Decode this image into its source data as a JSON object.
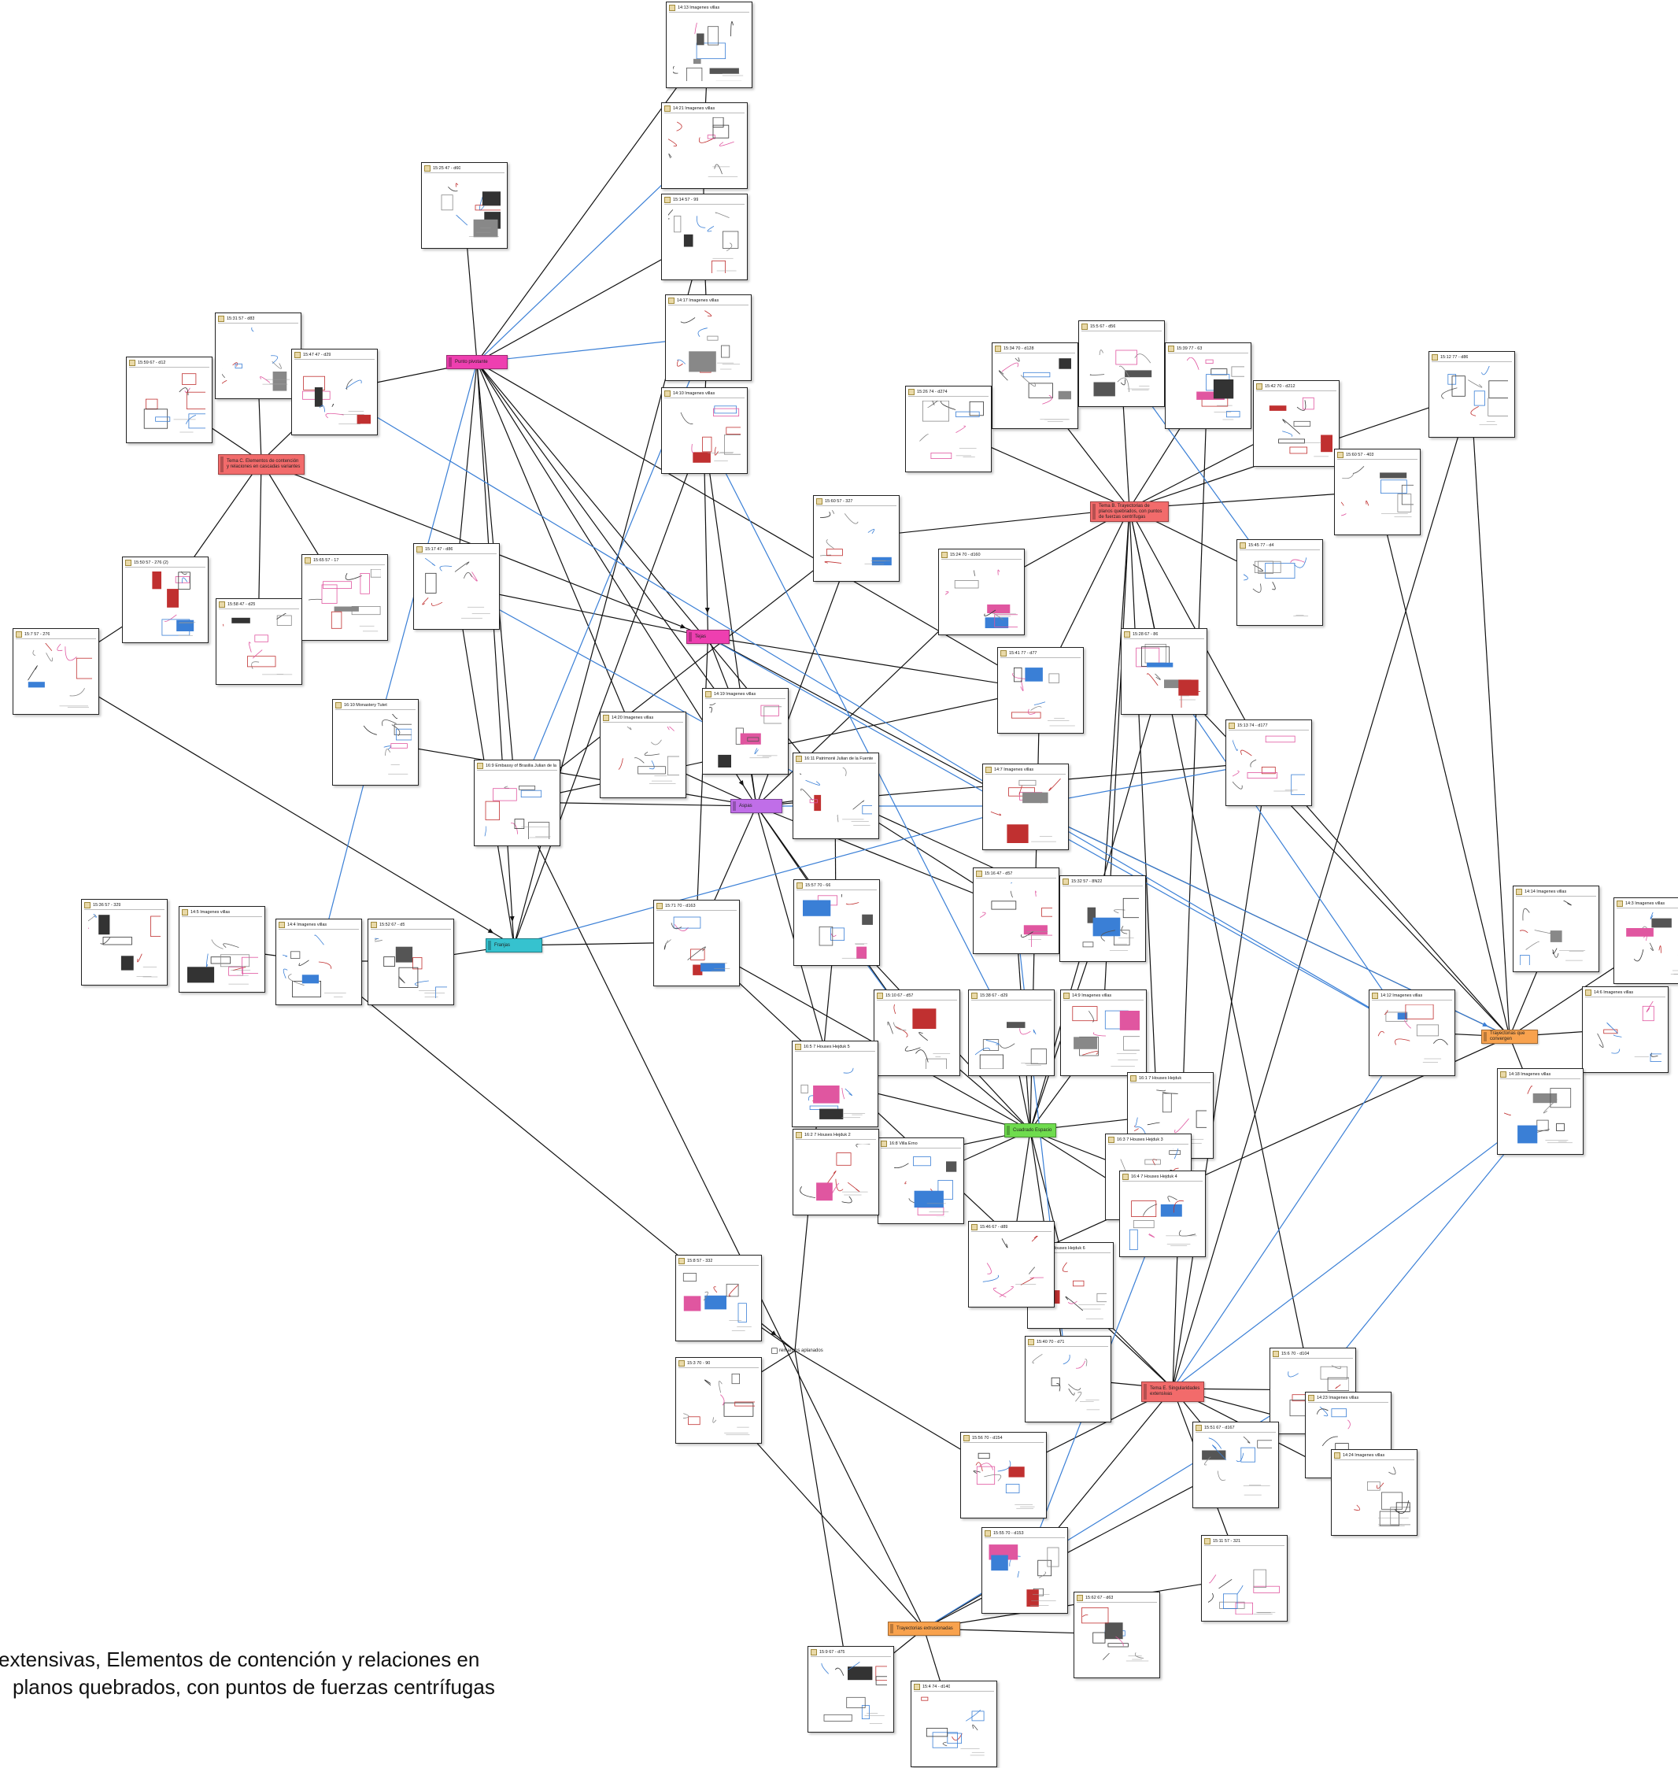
{
  "caption": {
    "line1": "extensivas, Elementos de contención y relaciones en",
    "line2": "planos quebrados, con puntos de fuerzas centrífugas"
  },
  "colors": {
    "edge_black": "#111111",
    "edge_blue": "#3a7fd6",
    "cat_pink": "#ee3fb0",
    "cat_red": "#f26b6b",
    "cat_purple": "#c06ee8",
    "cat_cyan": "#36c2cf",
    "cat_green": "#6fdc4e",
    "cat_orange": "#f8a24e"
  },
  "categories": [
    {
      "id": "c_punto",
      "label": "Punto pivotante",
      "color": "pink"
    },
    {
      "id": "c_temaC",
      "label": "Tema C. Elementos de contención y relaciones en cascadas variantes",
      "color": "red"
    },
    {
      "id": "c_temaB",
      "label": "Tema B. Trayectorias de planos quebrados, con puntos de fuerzas centrífugas",
      "color": "red"
    },
    {
      "id": "c_tejas",
      "label": "Tejas",
      "color": "pink"
    },
    {
      "id": "c_aspas",
      "label": "Aspas",
      "color": "purple"
    },
    {
      "id": "c_franjas",
      "label": "Franjas",
      "color": "cyan"
    },
    {
      "id": "c_cuadrado",
      "label": "Cuadrado Espacio",
      "color": "green"
    },
    {
      "id": "c_trayconv",
      "label": "Trayectorias que convergen",
      "color": "orange"
    },
    {
      "id": "c_temaE",
      "label": "Tema E. Singularidades extensivas",
      "color": "red"
    },
    {
      "id": "c_trayextr",
      "label": "Trayectorias extrusionadas",
      "color": "orange"
    }
  ],
  "plain_nodes": [
    {
      "id": "p_remansos",
      "label": "remansos aplanados"
    }
  ],
  "cards": [
    {
      "id": "n1",
      "label": "14:13 Imagenes villas"
    },
    {
      "id": "n2",
      "label": "14:21 Imagenes villas"
    },
    {
      "id": "n3",
      "label": "15:25 47 - d60"
    },
    {
      "id": "n4",
      "label": "15:14 57 - 99"
    },
    {
      "id": "n5",
      "label": "14:17 Imagenes villas"
    },
    {
      "id": "n6",
      "label": "14:10 Imagenes villas"
    },
    {
      "id": "n7",
      "label": "15:31 57 - d83"
    },
    {
      "id": "n8",
      "label": "15:47 47 - d29"
    },
    {
      "id": "n9",
      "label": "15:59 67 - d12"
    },
    {
      "id": "n10",
      "label": "15:50 57 - 276 (2)"
    },
    {
      "id": "n11",
      "label": "15:58 47 - d25"
    },
    {
      "id": "n12",
      "label": "15:65 57 - 17"
    },
    {
      "id": "n13",
      "label": "15:7 57 - 276"
    },
    {
      "id": "n14",
      "label": "15:17 47 - d86"
    },
    {
      "id": "n15",
      "label": "16:10 Monastery Tutet"
    },
    {
      "id": "n16",
      "label": "16:9 Embassy of Brasilia Julian de la Fuente"
    },
    {
      "id": "n17",
      "label": "14:20 Imagenes villas"
    },
    {
      "id": "n18",
      "label": "14:19 Imagenes villas"
    },
    {
      "id": "n19",
      "label": "16:11 Patrimonii Julian de la Fuente"
    },
    {
      "id": "n20",
      "label": "15:36 57 - 329"
    },
    {
      "id": "n21",
      "label": "14:5 Imagenes villas"
    },
    {
      "id": "n22",
      "label": "14:4 Imagenes villas"
    },
    {
      "id": "n23",
      "label": "15:52 67 - d5"
    },
    {
      "id": "n24",
      "label": "15:71 70 - d163"
    },
    {
      "id": "n25",
      "label": "15:57 70 - 66"
    },
    {
      "id": "n26",
      "label": "15:60 57 - 327"
    },
    {
      "id": "n27",
      "label": "15:34 70 - d128"
    },
    {
      "id": "n28",
      "label": "15:5 67 - d56"
    },
    {
      "id": "n29",
      "label": "15:39 77 - 63"
    },
    {
      "id": "n30",
      "label": "15:26 74 - d274"
    },
    {
      "id": "n31",
      "label": "15:42 70 - d212"
    },
    {
      "id": "n32",
      "label": "15:12 77 - d86"
    },
    {
      "id": "n33",
      "label": "15:60 57 - 403"
    },
    {
      "id": "n34",
      "label": "15:45 77 - d4"
    },
    {
      "id": "n35",
      "label": "15:24 70 - d160"
    },
    {
      "id": "n36",
      "label": "15:41 77 - d77"
    },
    {
      "id": "n37",
      "label": "15:28 67 - 86"
    },
    {
      "id": "n38",
      "label": "15:13 74 - d177"
    },
    {
      "id": "n39",
      "label": "14:7 Imagenes villas"
    },
    {
      "id": "n40",
      "label": "15:16 47 - d57"
    },
    {
      "id": "n41",
      "label": "15:32 57 - 8N22"
    },
    {
      "id": "n42",
      "label": "14:14 Imagenes villas"
    },
    {
      "id": "n43",
      "label": "14:3 Imagenes villas"
    },
    {
      "id": "n44",
      "label": "14:12 Imagenes villas"
    },
    {
      "id": "n45",
      "label": "14:6 Imagenes villas"
    },
    {
      "id": "n46",
      "label": "14:18 Imagenes villas"
    },
    {
      "id": "n47",
      "label": "15:10 67 - d57"
    },
    {
      "id": "n48",
      "label": "15:38 67 - d29"
    },
    {
      "id": "n49",
      "label": "14:9 Imagenes villas"
    },
    {
      "id": "n50",
      "label": "16:5 7 Houses Hejduk 5"
    },
    {
      "id": "n51",
      "label": "16:1 7 Houses Hejduk"
    },
    {
      "id": "n52",
      "label": "16:8 Villa Erno"
    },
    {
      "id": "n53",
      "label": "16:3 7 Houses Hejduk 3"
    },
    {
      "id": "n54",
      "label": "16:6 7 Houses Hejduk 6"
    },
    {
      "id": "n55",
      "label": "16:4 7 Houses Hejduk 4"
    },
    {
      "id": "n56",
      "label": "15:46 67 - d89"
    },
    {
      "id": "n57",
      "label": "15:8 57 - 332"
    },
    {
      "id": "n58",
      "label": "15:40 70 - d71"
    },
    {
      "id": "n59",
      "label": "15:6 70 - d104"
    },
    {
      "id": "n60",
      "label": "15:3 70 - 90"
    },
    {
      "id": "n61",
      "label": "14:23 Imagenes villas"
    },
    {
      "id": "n62",
      "label": "15:56 70 - d154"
    },
    {
      "id": "n63",
      "label": "15:51 67 - d167"
    },
    {
      "id": "n64",
      "label": "14:24 Imagenes villas"
    },
    {
      "id": "n65",
      "label": "15:55 70 - d153"
    },
    {
      "id": "n66",
      "label": "15:11 57 - 321"
    },
    {
      "id": "n67",
      "label": "15:62 67 - d63"
    },
    {
      "id": "n68",
      "label": "15:9 67 - d75"
    },
    {
      "id": "n69",
      "label": "15:4 74 - d140"
    },
    {
      "id": "n70",
      "label": "16:2 7 Houses Hejduk 2"
    }
  ]
}
